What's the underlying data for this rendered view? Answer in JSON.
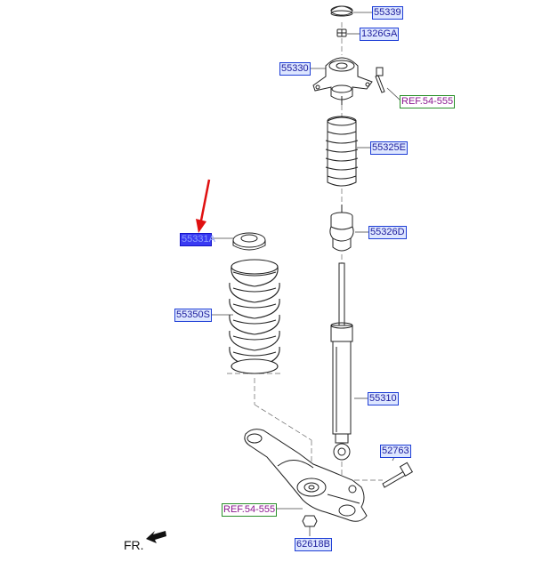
{
  "parts": {
    "p55339": "55339",
    "p1326GA": "1326GA",
    "p55330": "55330",
    "ref_top": "REF.54-555",
    "p55325E": "55325E",
    "p55331": "55331A",
    "p55326D": "55326D",
    "p55350S": "55350S",
    "p55310": "55310",
    "p52763": "52763",
    "ref_bottom": "REF.54-555",
    "p62618B": "62618B"
  },
  "direction": {
    "label": "FR."
  },
  "colors": {
    "label_text": "#1c1c9c",
    "label_border": "#1f3fd6",
    "label_fill": "#dde6ff",
    "ref_text": "#8a168f",
    "ref_border": "#2a8f2a",
    "selected_fill": "#3a3af2",
    "indicator_arrow": "#e01010"
  },
  "icons": {
    "indicator": "red-arrow-icon",
    "front": "front-direction-arrow-icon"
  }
}
